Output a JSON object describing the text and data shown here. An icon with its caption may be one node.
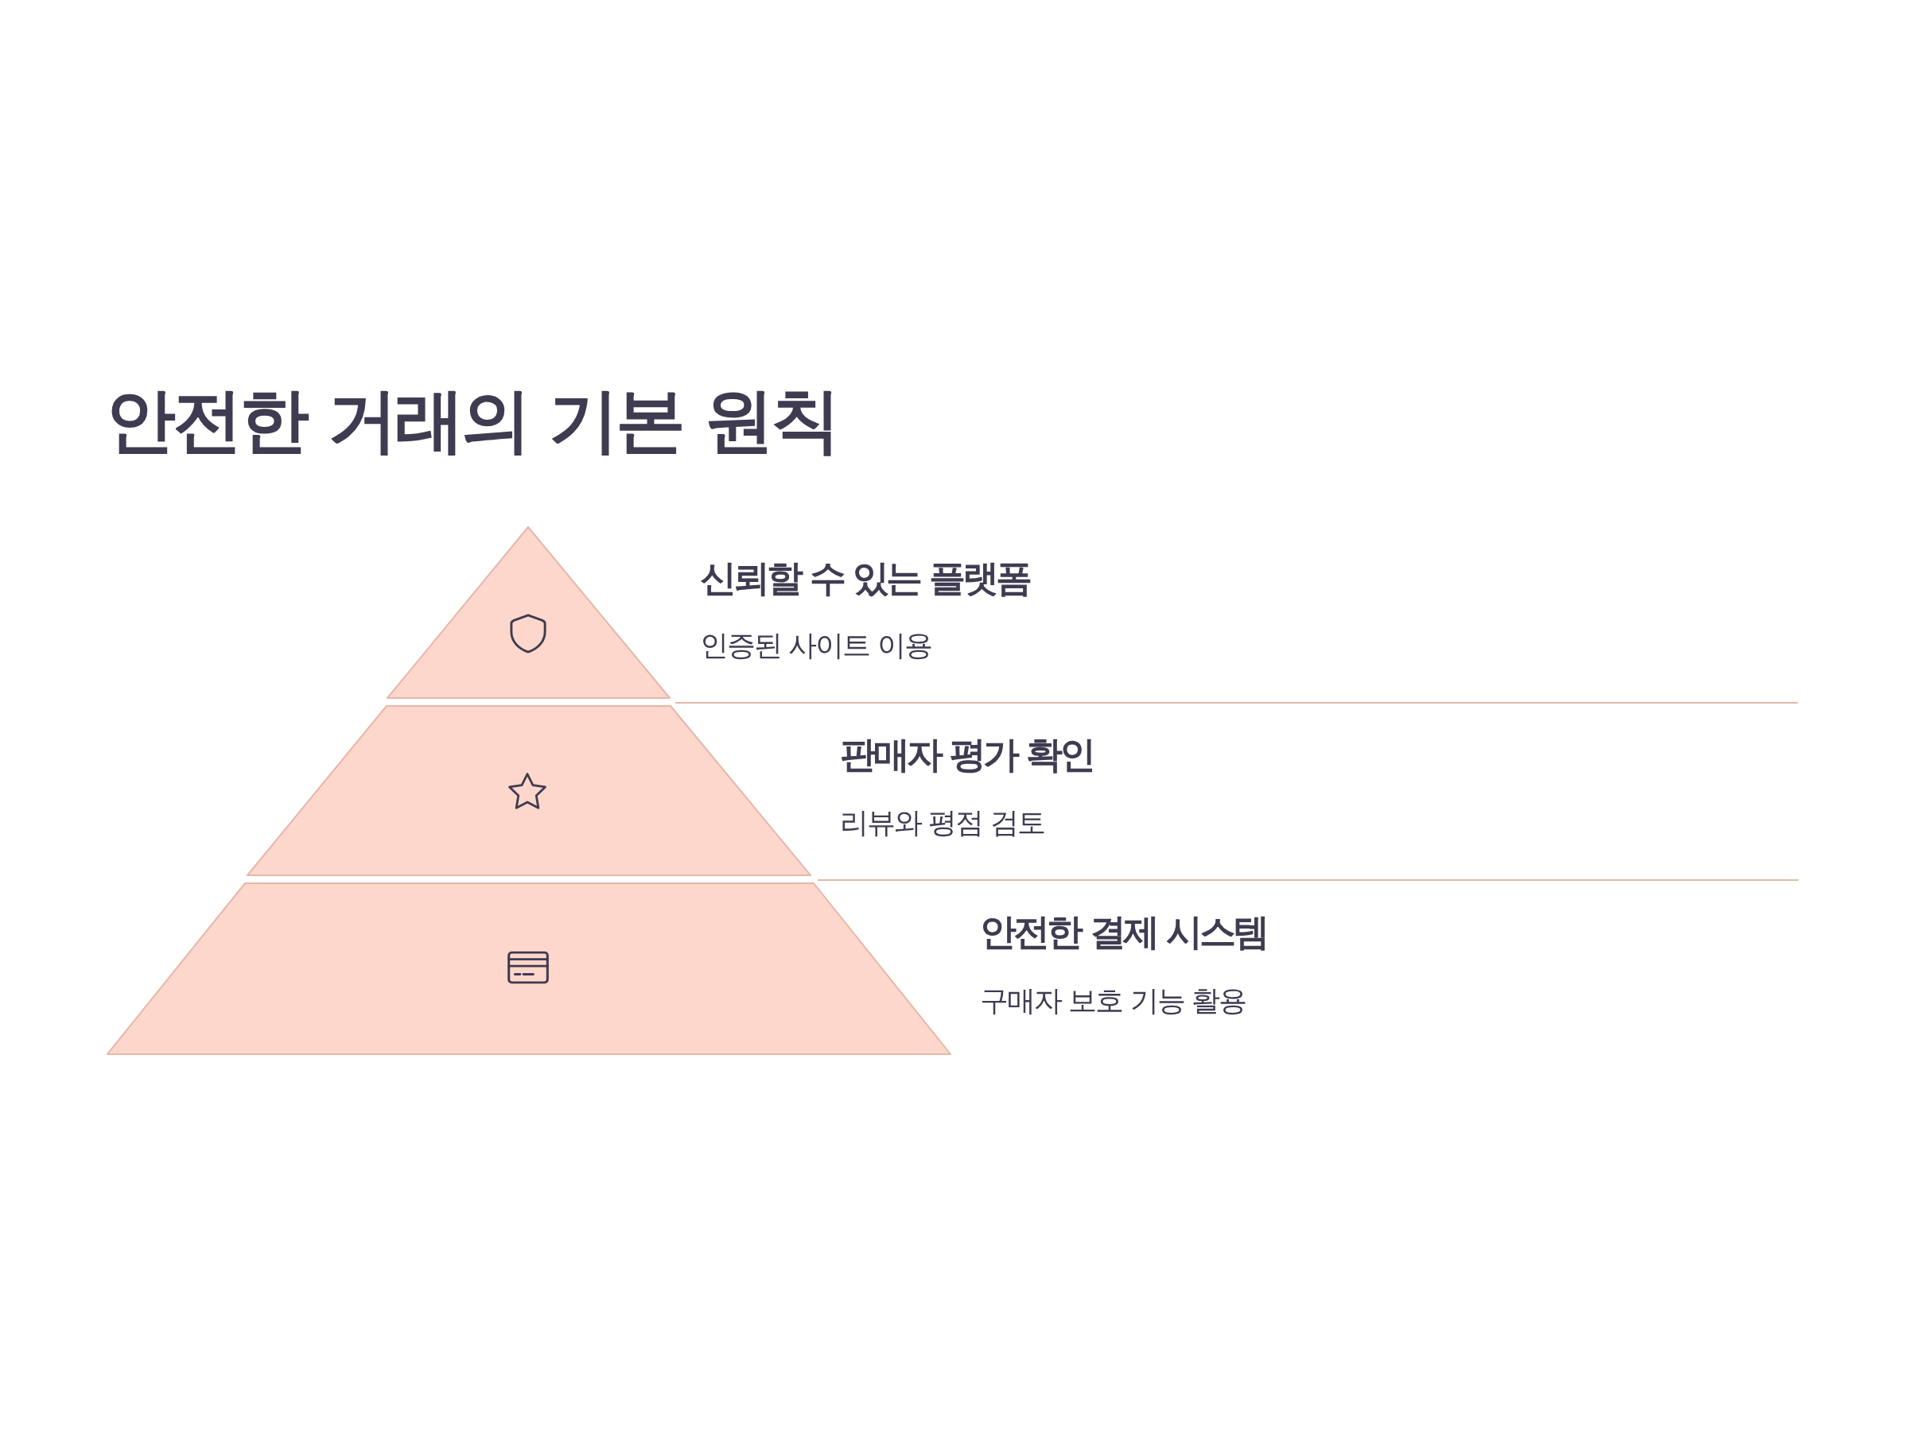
{
  "diagram": {
    "title": "안전한 거래의 기본 원칙",
    "nodes": [
      {
        "text": [],
        "shape": "triangle",
        "beside": [
          "신뢰할 수 있는 플랫폼",
          "인증된 사이트 이용"
        ]
      },
      {
        "text": [],
        "shape": "trapezoid",
        "beside": [
          "판매자 평가 확인",
          "리뷰와 평점 검토"
        ]
      },
      {
        "text": [],
        "shape": "trapezoid",
        "beside": [
          "안전한 결제 시스템",
          "구매자 보호 기능 활용"
        ]
      }
    ],
    "edges": []
  }
}
